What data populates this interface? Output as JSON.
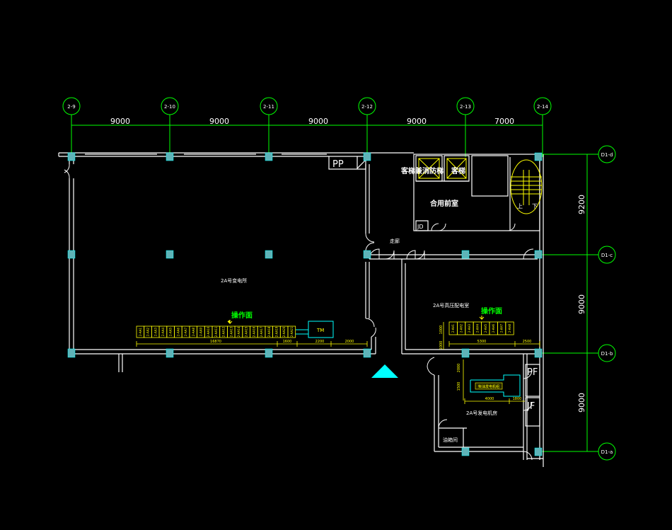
{
  "colors": {
    "background": "#000000",
    "axis": "#00ff00",
    "wall": "#ffffff",
    "dimension": "#ffff00",
    "column_fill": "#5fb3b8",
    "column_stroke": "#00ffff",
    "cyan": "#00ffff",
    "label": "#ffffff"
  },
  "grid_top": {
    "bubbles": [
      "2-9",
      "2-10",
      "2-11",
      "2-12",
      "2-13",
      "2-14"
    ],
    "spans": [
      "9000",
      "9000",
      "9000",
      "9000",
      "7000"
    ]
  },
  "grid_right": {
    "bubbles": [
      "D1-d",
      "D1-c",
      "D1-b",
      "D1-a"
    ],
    "spans": [
      "9200",
      "9000",
      "9000"
    ]
  },
  "rooms": {
    "stair_label": "PP",
    "elevator_left": "客梯兼消防梯",
    "elevator_right": "客梯",
    "front_room": "合用前室",
    "stair_up": "上",
    "stair_down": "下",
    "shaft_label": "JD",
    "corridor": "走廊",
    "main_room": "2A号变电所",
    "hv_room": "2A号高压配电室",
    "gen_room": "2A号发电机房",
    "oil_room": "油箱间",
    "pf_label": "PF",
    "jf_label": "JF"
  },
  "switchgear": {
    "operation_label": "操作面",
    "tm_label": "TM",
    "lv_cabinets": [
      "2-AA1",
      "2-AA2",
      "2-AA3",
      "2-AA4",
      "2-AA5",
      "2-AA6",
      "2-AA7",
      "2-AA8",
      "2-AA9",
      "2-AA10",
      "2-AA11",
      "2-AA12",
      "2-AA13",
      "2-AA14",
      "2-AA15",
      "2-AA16",
      "2-AA17",
      "2-AA18",
      "2-AA19",
      "2-AA20",
      "2-AA21"
    ],
    "lv_dims": [
      "16870",
      "1600",
      "2200",
      "2000"
    ],
    "hv_operation_label": "操作面",
    "hv_cabinets": [
      "2-AH1",
      "2-AH2",
      "2-AH3",
      "2-AH4",
      "2-AH5",
      "2-AH6",
      "2-AH7",
      "2-AH8"
    ],
    "hv_dims": [
      "5300",
      "2500"
    ],
    "hv_side_dims": [
      "1000",
      "1000"
    ],
    "gen_label": "柴油发电机组",
    "gen_dims": [
      "4000",
      "1800"
    ],
    "gen_side_dims": [
      "2000",
      "1500"
    ]
  }
}
